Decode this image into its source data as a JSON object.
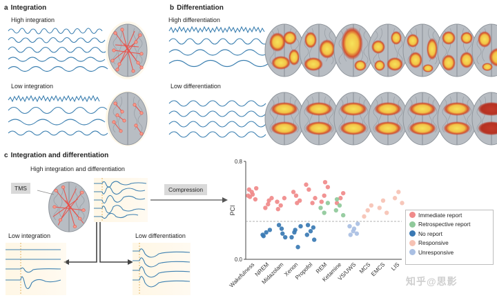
{
  "panel_a": {
    "letter": "a",
    "title": "Integration",
    "high_label": "High integration",
    "low_label": "Low integration"
  },
  "panel_b": {
    "letter": "b",
    "title": "Differentiation",
    "high_label": "High differentiation",
    "low_label": "Low differentiation"
  },
  "panel_c": {
    "letter": "c",
    "title": "Integration and differentiation",
    "high_label": "High integration and differentiation",
    "tms_label": "TMS",
    "compression_label": "Compression",
    "low_integration_label": "Low integration",
    "low_differentiation_label": "Low differentiation"
  },
  "colors": {
    "wave": "#3b7fb0",
    "brain": "#b9bec4",
    "hotspot_outer": "#c0392b",
    "hotspot_inner": "#f1d24a",
    "link": "#e8514a",
    "immediate": "#f08a8a",
    "retrospective": "#8fc99a",
    "no_report": "#3a79b3",
    "responsive": "#f6c2b4",
    "unresponsive": "#a9bfe3"
  },
  "chart_data": {
    "type": "scatter",
    "ylabel": "PCI",
    "ylim": [
      0.0,
      0.8
    ],
    "yticks": [
      "0.8",
      "0.0"
    ],
    "threshold": 0.31,
    "categories": [
      "Wakefulness",
      "NREM",
      "Midazolam",
      "Xenon",
      "Propofol",
      "REM",
      "Ketamine",
      "VS/UWS",
      "MCS",
      "EMCS",
      "LIS"
    ],
    "legend": [
      {
        "name": "Immediate report",
        "color": "#f08a8a"
      },
      {
        "name": "Retrospective report",
        "color": "#8fc99a"
      },
      {
        "name": "No report",
        "color": "#3a79b3"
      },
      {
        "name": "Responsive",
        "color": "#f6c2b4"
      },
      {
        "name": "Unresponsive",
        "color": "#a9bfe3"
      }
    ],
    "series": [
      {
        "name": "Immediate report",
        "points": [
          {
            "cat": 0,
            "y": 0.52
          },
          {
            "cat": 0,
            "y": 0.55
          },
          {
            "cat": 0,
            "y": 0.49
          },
          {
            "cat": 0,
            "y": 0.57
          },
          {
            "cat": 0,
            "y": 0.53
          },
          {
            "cat": 0,
            "y": 0.58
          },
          {
            "cat": 0,
            "y": 0.51
          },
          {
            "cat": 1,
            "y": 0.45
          },
          {
            "cat": 1,
            "y": 0.5
          },
          {
            "cat": 1,
            "y": 0.42
          },
          {
            "cat": 1,
            "y": 0.48
          },
          {
            "cat": 2,
            "y": 0.47
          },
          {
            "cat": 2,
            "y": 0.44
          },
          {
            "cat": 2,
            "y": 0.5
          },
          {
            "cat": 2,
            "y": 0.41
          },
          {
            "cat": 3,
            "y": 0.52
          },
          {
            "cat": 3,
            "y": 0.48
          },
          {
            "cat": 3,
            "y": 0.55
          },
          {
            "cat": 3,
            "y": 0.46
          },
          {
            "cat": 4,
            "y": 0.5
          },
          {
            "cat": 4,
            "y": 0.57
          },
          {
            "cat": 4,
            "y": 0.46
          },
          {
            "cat": 4,
            "y": 0.61
          },
          {
            "cat": 5,
            "y": 0.52
          },
          {
            "cat": 5,
            "y": 0.59
          },
          {
            "cat": 5,
            "y": 0.47
          },
          {
            "cat": 5,
            "y": 0.63
          },
          {
            "cat": 6,
            "y": 0.54
          },
          {
            "cat": 6,
            "y": 0.46
          },
          {
            "cat": 6,
            "y": 0.5
          }
        ]
      },
      {
        "name": "Retrospective report",
        "points": [
          {
            "cat": 5,
            "y": 0.42
          },
          {
            "cat": 5,
            "y": 0.38
          },
          {
            "cat": 5,
            "y": 0.46
          },
          {
            "cat": 6,
            "y": 0.4
          },
          {
            "cat": 6,
            "y": 0.44
          },
          {
            "cat": 6,
            "y": 0.36
          },
          {
            "cat": 6,
            "y": 0.49
          }
        ]
      },
      {
        "name": "No report",
        "points": [
          {
            "cat": 1,
            "y": 0.2
          },
          {
            "cat": 1,
            "y": 0.22
          },
          {
            "cat": 1,
            "y": 0.24
          },
          {
            "cat": 1,
            "y": 0.19
          },
          {
            "cat": 2,
            "y": 0.25
          },
          {
            "cat": 2,
            "y": 0.18
          },
          {
            "cat": 2,
            "y": 0.28
          },
          {
            "cat": 2,
            "y": 0.21
          },
          {
            "cat": 3,
            "y": 0.27
          },
          {
            "cat": 3,
            "y": 0.22
          },
          {
            "cat": 3,
            "y": 0.1
          },
          {
            "cat": 3,
            "y": 0.18
          },
          {
            "cat": 3,
            "y": 0.24
          },
          {
            "cat": 4,
            "y": 0.26
          },
          {
            "cat": 4,
            "y": 0.2
          },
          {
            "cat": 4,
            "y": 0.23
          },
          {
            "cat": 4,
            "y": 0.16
          },
          {
            "cat": 4,
            "y": 0.28
          }
        ]
      },
      {
        "name": "Responsive",
        "points": [
          {
            "cat": 8,
            "y": 0.35
          },
          {
            "cat": 8,
            "y": 0.4
          },
          {
            "cat": 8,
            "y": 0.44
          },
          {
            "cat": 9,
            "y": 0.42
          },
          {
            "cat": 9,
            "y": 0.48
          },
          {
            "cat": 9,
            "y": 0.38
          },
          {
            "cat": 10,
            "y": 0.5
          },
          {
            "cat": 10,
            "y": 0.55
          },
          {
            "cat": 10,
            "y": 0.46
          }
        ]
      },
      {
        "name": "Unresponsive",
        "points": [
          {
            "cat": 7,
            "y": 0.27
          },
          {
            "cat": 7,
            "y": 0.23
          },
          {
            "cat": 7,
            "y": 0.21
          },
          {
            "cat": 7,
            "y": 0.2
          },
          {
            "cat": 7,
            "y": 0.25
          },
          {
            "cat": 7,
            "y": 0.29
          }
        ]
      }
    ]
  },
  "watermark": "知乎@思影"
}
